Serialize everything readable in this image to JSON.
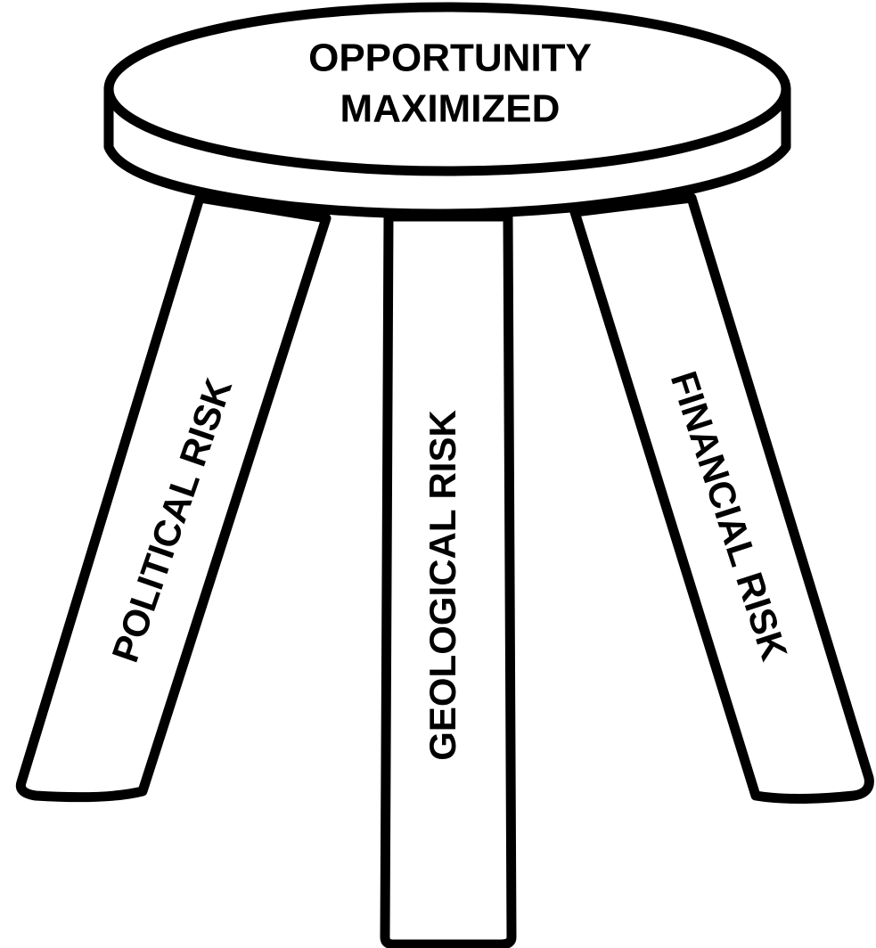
{
  "seat": {
    "line1": "OPPORTUNITY",
    "line2": "MAXIMIZED"
  },
  "legs": {
    "left": "POLITICAL RISK",
    "middle": "GEOLOGICAL RISK",
    "right": "FINANCIAL RISK"
  },
  "colors": {
    "outline": "#000000",
    "fill": "#ffffff"
  }
}
